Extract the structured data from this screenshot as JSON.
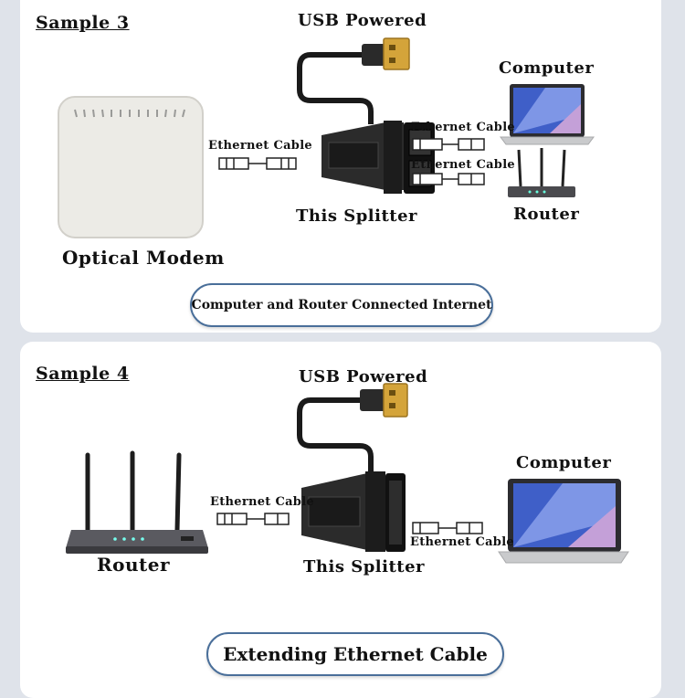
{
  "sample3": {
    "title": "Sample 3",
    "usb_label": "USB Powered",
    "cable_label_left": "Ethernet Cable",
    "cable_label_top": "Ethernet Cable",
    "cable_label_bottom": "Ethernet Cable",
    "splitter_label": "This Splitter",
    "modem_label": "Optical Modem",
    "computer_label": "Computer",
    "router_label": "Router",
    "caption": "Computer and Router Connected Internet"
  },
  "sample4": {
    "title": "Sample 4",
    "usb_label": "USB Powered",
    "cable_label_left": "Ethernet Cable",
    "cable_label_right": "Ethernet Cable",
    "splitter_label": "This Splitter",
    "router_label": "Router",
    "computer_label": "Computer",
    "caption": "Extending Ethernet Cable"
  },
  "colors": {
    "panel_bg": "#ffffff",
    "page_bg": "#dfe3ea",
    "pill_border": "#4a6f9a",
    "usb_gold": "#d4a43a",
    "splitter_black": "#1c1c1c"
  }
}
